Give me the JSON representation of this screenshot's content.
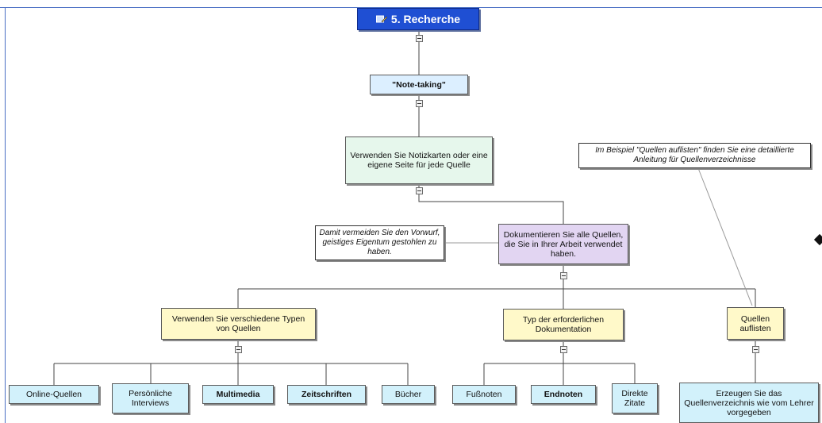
{
  "nodes": {
    "root": "5. Recherche",
    "note_taking": "\"Note-taking\"",
    "notizkarten": "Verwenden Sie Notizkarten oder eine eigene Seite für jede Quelle",
    "dokumentieren": "Dokumentieren Sie alle Quellen, die Sie in Ihrer Arbeit verwendet haben.",
    "verschiedene_typen": "Verwenden Sie verschiedene Typen von Quellen",
    "typ_dokumentation": "Typ der erforderlichen Dokumentation",
    "quellen_auflisten": "Quellen auflisten",
    "online_quellen": "Online-Quellen",
    "persoenliche_interviews": "Persönliche Interviews",
    "multimedia": "Multimedia",
    "zeitschriften": "Zeitschriften",
    "buecher": "Bücher",
    "fussnoten": "Fußnoten",
    "endnoten": "Endnoten",
    "direkte_zitate": "Direkte Zitate",
    "verzeichnis_erzeugen": "Erzeugen Sie das Quellenverzeichnis wie vom Lehrer vorgegeben"
  },
  "callouts": {
    "vorwurf": "Damit vermeiden Sie den Vorwurf, geistiges Eigentum gestohlen zu haben.",
    "beispiel": "Im Beispiel \"Quellen auflisten\" finden Sie eine detaillierte Anleitung für Quellenverzeichnisse"
  },
  "icons": {
    "root": "map-pencil-icon",
    "toggle": "collapse-minus-icon",
    "edge_marker": "diamond-icon"
  },
  "colors": {
    "frame": "#4a6fc4",
    "root": "#1f4fd3",
    "blue": "#dcefff",
    "green": "#e6f7ec",
    "purple": "#e2d5f2",
    "yellow": "#fff9c9",
    "cyan": "#d2f1fb"
  }
}
